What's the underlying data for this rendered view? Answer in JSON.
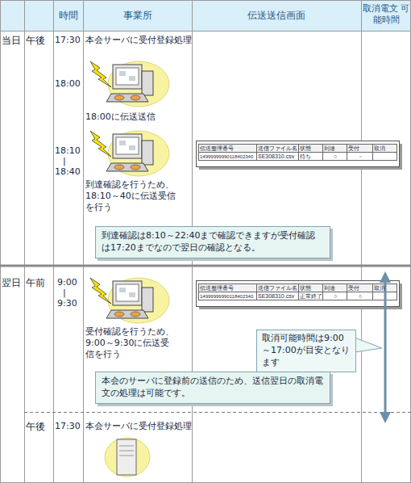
{
  "diagram": {
    "nodes": [
      {
        "text": [
          "到達確認は8:10～22:40まで確認できますが受付確認は17:20までなので翌日の確認となる。"
        ]
      },
      {
        "text": [
          "取消可能時間は9:00～17:00が目安となります"
        ]
      },
      {
        "text": [
          "本会のサーバに登録前の送信のため、送信翌日の取消電文の処理は可能です。"
        ]
      }
    ],
    "labels": [
      "時間",
      "事業所",
      "伝送送信画面",
      "取消電文 可能時間",
      "当日",
      "午後",
      "17:30",
      "本会サーバに受付登録処理",
      "18:00",
      "18:00に伝送送信",
      "18:10",
      "|",
      "18:40",
      "到達確認を行うため、18:10～40に伝送受信を行う",
      "伝送整理番号",
      "送信ファイル名",
      "状態",
      "到達",
      "受付",
      "取消",
      "14999999990118402340",
      "SE308310.csv",
      "待ち",
      "○",
      "－",
      "翌日",
      "午前",
      "9:00",
      "|",
      "9:30",
      "受付確認を行うため、9:00～9:30に伝送受信を行う",
      "伝送整理番号",
      "送信ファイル名",
      "状態",
      "到達",
      "受付",
      "取消",
      "14999999990118402340",
      "SE308310.csv",
      "正常終了",
      "○",
      "○",
      "午後",
      "17:30",
      "本会サーバに受付登録処理"
    ]
  }
}
